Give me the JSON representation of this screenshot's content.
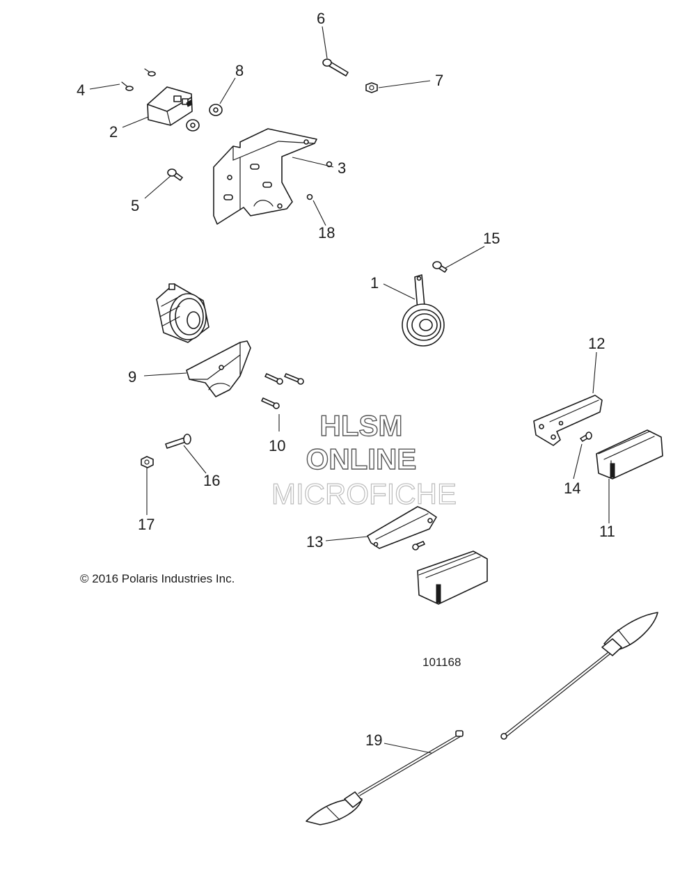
{
  "callouts": {
    "c1": "1",
    "c2": "2",
    "c3": "3",
    "c4": "4",
    "c5": "5",
    "c6": "6",
    "c7": "7",
    "c8": "8",
    "c9": "9",
    "c10": "10",
    "c11": "11",
    "c12": "12",
    "c13": "13",
    "c14": "14",
    "c15": "15",
    "c16": "16",
    "c17": "17",
    "c18": "18",
    "c19": "19"
  },
  "watermark": {
    "line1": "HLSM",
    "line2": "ONLINE",
    "line3": "MICROFICHE"
  },
  "copyright": "© 2016 Polaris Industries Inc.",
  "figure_id": "101168"
}
